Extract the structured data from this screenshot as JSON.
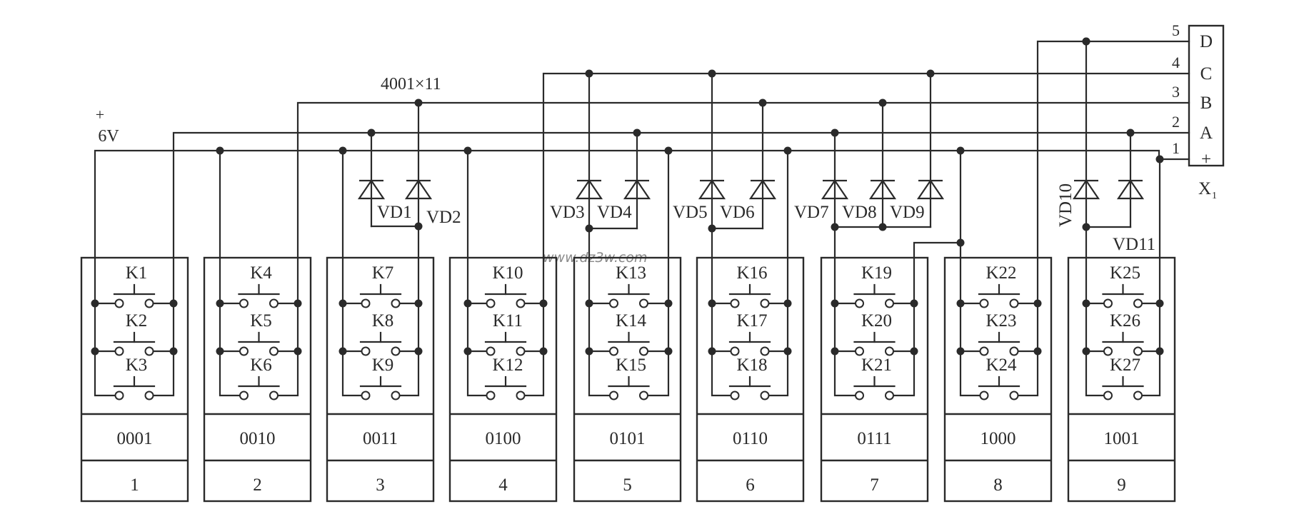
{
  "diagram": {
    "title": "4001×11",
    "supply": {
      "polarity": "+",
      "voltage": "6V"
    },
    "watermark": "www.dz3w.com",
    "connector": {
      "name": "X",
      "subscript": "1",
      "pins": [
        {
          "number": "5",
          "signal": "D"
        },
        {
          "number": "4",
          "signal": "C"
        },
        {
          "number": "3",
          "signal": "B"
        },
        {
          "number": "2",
          "signal": "A"
        },
        {
          "number": "1",
          "signal": "+"
        }
      ]
    },
    "diodes": [
      "VD1",
      "VD2",
      "VD3",
      "VD4",
      "VD5",
      "VD6",
      "VD7",
      "VD8",
      "VD9",
      "VD10",
      "VD11"
    ],
    "modules": [
      {
        "index": "1",
        "code": "0001",
        "switches": [
          "K1",
          "K2",
          "K3"
        ]
      },
      {
        "index": "2",
        "code": "0010",
        "switches": [
          "K4",
          "K5",
          "K6"
        ]
      },
      {
        "index": "3",
        "code": "0011",
        "switches": [
          "K7",
          "K8",
          "K9"
        ]
      },
      {
        "index": "4",
        "code": "0100",
        "switches": [
          "K10",
          "K11",
          "K12"
        ]
      },
      {
        "index": "5",
        "code": "0101",
        "switches": [
          "K13",
          "K14",
          "K15"
        ]
      },
      {
        "index": "6",
        "code": "0110",
        "switches": [
          "K16",
          "K17",
          "K18"
        ]
      },
      {
        "index": "7",
        "code": "0111",
        "switches": [
          "K19",
          "K20",
          "K21"
        ]
      },
      {
        "index": "8",
        "code": "1000",
        "switches": [
          "K22",
          "K23",
          "K24"
        ]
      },
      {
        "index": "9",
        "code": "1001",
        "switches": [
          "K25",
          "K26",
          "K27"
        ]
      }
    ]
  }
}
